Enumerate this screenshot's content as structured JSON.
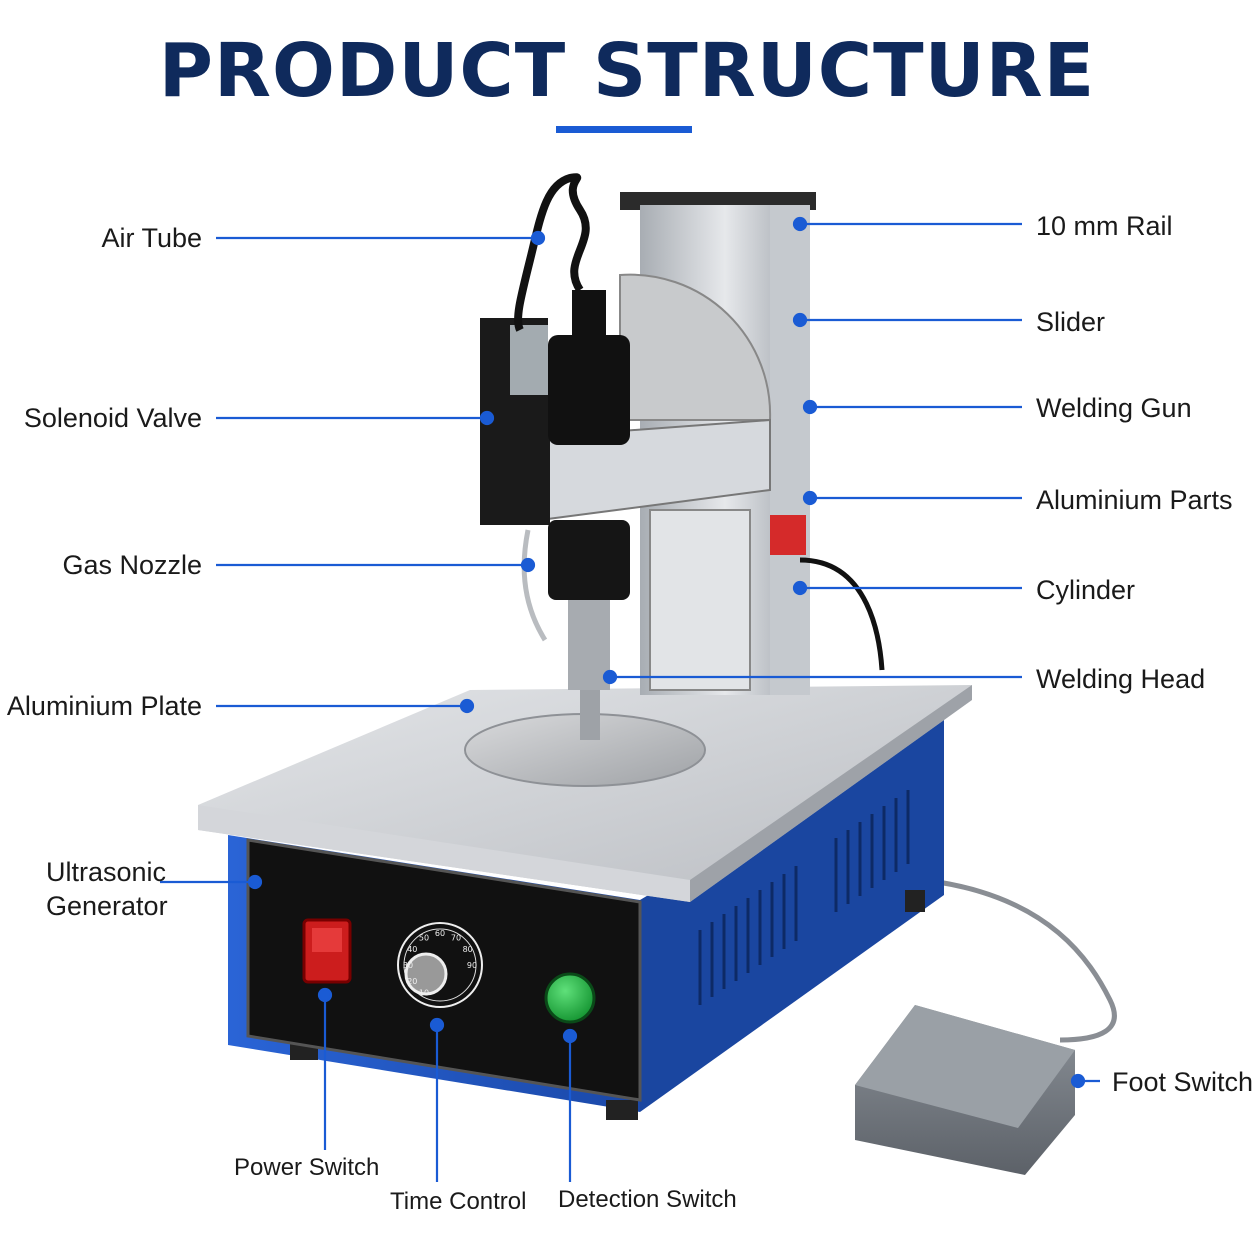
{
  "title": "PRODUCT STRUCTURE",
  "colors": {
    "title": "#0f2a5c",
    "accent": "#1a5bd4",
    "body_blue": "#1e57c8",
    "aluminium": "#c9ccd0"
  },
  "labels": {
    "air_tube": "Air Tube",
    "solenoid_valve": "Solenoid Valve",
    "gas_nozzle": "Gas Nozzle",
    "aluminium_plate": "Aluminium Plate",
    "ultrasonic_generator_line1": "Ultrasonic",
    "ultrasonic_generator_line2": "Generator",
    "rail": "10 mm Rail",
    "slider": "Slider",
    "welding_gun": "Welding Gun",
    "aluminium_parts": "Aluminium Parts",
    "cylinder": "Cylinder",
    "welding_head": "Welding Head",
    "foot_switch": "Foot Switch",
    "power_switch": "Power Switch",
    "time_control": "Time Control",
    "detection_switch": "Detection Switch"
  },
  "dial_ticks": [
    "10",
    "20",
    "30",
    "40",
    "50",
    "60",
    "70",
    "80",
    "90"
  ]
}
